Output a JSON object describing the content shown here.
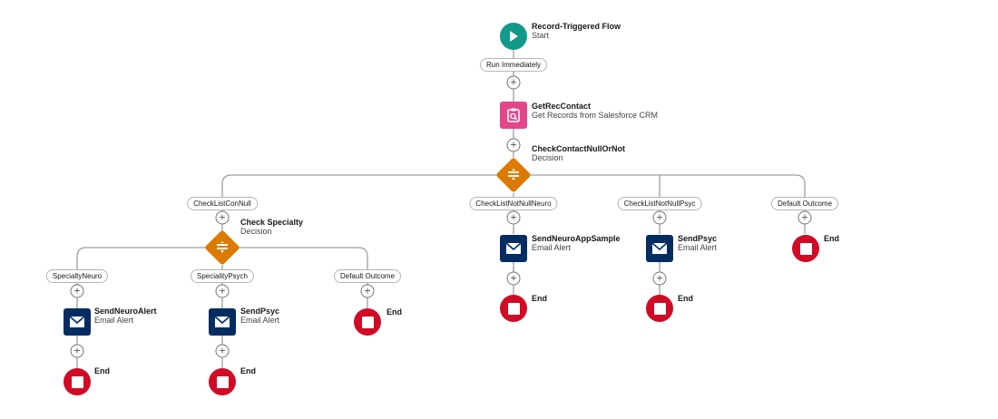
{
  "colors": {
    "start": "#119a8a",
    "get_records": "#e3478a",
    "decision": "#dd7a01",
    "email": "#032d60",
    "end": "#d10a25",
    "connector": "#9e9e9e"
  },
  "start": {
    "title": "Record-Triggered Flow",
    "subtitle": "Start",
    "icon": "play-icon",
    "path_label": "Run Immediately"
  },
  "get_rec_contact": {
    "title": "GetRecContact",
    "subtitle": "Get Records from Salesforce CRM",
    "icon": "clipboard-search-icon"
  },
  "decision_main": {
    "title": "CheckContactNullOrNot",
    "subtitle": "Decision",
    "icon": "decision-icon",
    "outcomes": [
      "CheckListConNull",
      "CheckListNotNullNeuro",
      "CheckListNotNullPsyc",
      "Default Outcome"
    ]
  },
  "decision_specialty": {
    "title": "Check Specialty",
    "subtitle": "Decision",
    "icon": "decision-icon",
    "outcomes": [
      "SpecialtyNeuro",
      "SpecialityPsych",
      "Default Outcome"
    ]
  },
  "alerts": {
    "send_neuro_alert": {
      "title": "SendNeuroAlert",
      "subtitle": "Email Alert",
      "icon": "envelope-icon"
    },
    "send_psyc_a": {
      "title": "SendPsyc",
      "subtitle": "Email Alert",
      "icon": "envelope-icon"
    },
    "send_neuro_app_sample": {
      "title": "SendNeuroAppSample",
      "subtitle": "Email Alert",
      "icon": "envelope-icon"
    },
    "send_psyc_b": {
      "title": "SendPsyc",
      "subtitle": "Email Alert",
      "icon": "envelope-icon"
    }
  },
  "end_label": "End",
  "add_element_symbol": "+"
}
